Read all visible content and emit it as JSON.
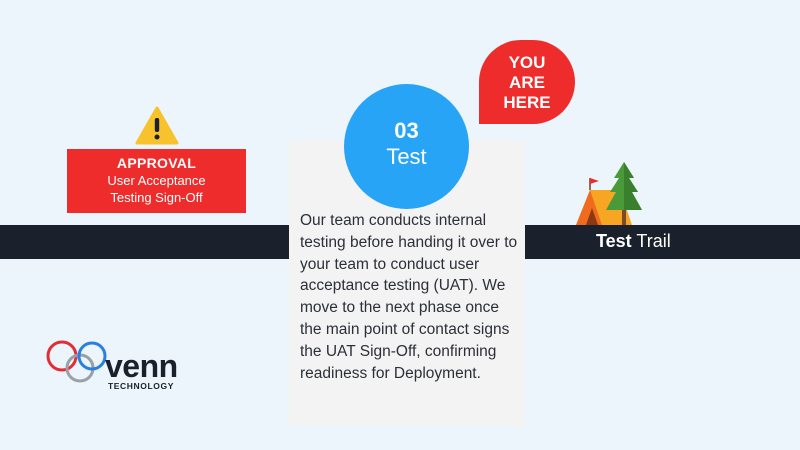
{
  "approval": {
    "title": "APPROVAL",
    "line1": "User Acceptance",
    "line2": "Testing Sign-Off"
  },
  "step": {
    "number": "03",
    "label": "Test"
  },
  "here_bubble": {
    "line1": "YOU",
    "line2": "ARE",
    "line3": "HERE"
  },
  "description": "Our team conducts internal testing before handing it over to your team to conduct user acceptance testing (UAT). We move to the next phase once the main point of contact signs the UAT Sign-Off, confirming readiness for Deployment.",
  "trail": {
    "bold_part": "Test",
    "normal_part": "Trail"
  },
  "logo": {
    "word": "venn",
    "sub": "TECHNOLOGY"
  },
  "icons": {
    "warning": "warning-icon",
    "camp": "tent-tree-icon",
    "logo_rings": "venn-rings-icon"
  },
  "colors": {
    "background": "#ecf5fb",
    "trail_bar": "#1a212c",
    "accent_red": "#ef2c2c",
    "accent_blue": "#28a4f6",
    "panel": "#f4f3f3"
  }
}
